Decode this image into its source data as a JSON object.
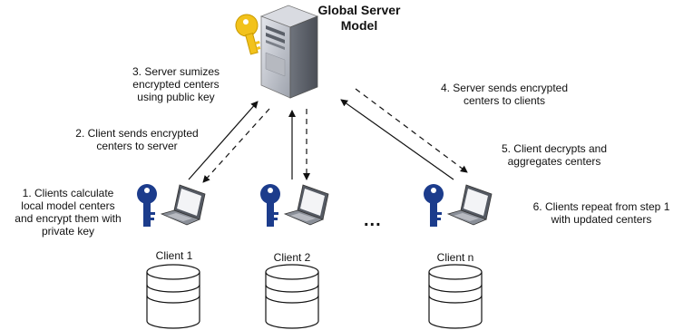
{
  "title": {
    "line1": "Global Server",
    "line2": "Model"
  },
  "steps": [
    {
      "line1": "1. Clients calculate",
      "line2": "local model centers",
      "line3": "and encrypt them with",
      "line4": "private key"
    },
    {
      "line1": "2. Client sends encrypted",
      "line2": "centers to server"
    },
    {
      "line1": "3. Server sumizes",
      "line2": "encrypted centers",
      "line3": "using public key"
    },
    {
      "line1": "4. Server sends encrypted",
      "line2": "centers to clients"
    },
    {
      "line1": "5. Client decrypts and",
      "line2": "aggregates centers"
    },
    {
      "line1": "6. Clients repeat from step 1",
      "line2": "with updated centers"
    }
  ],
  "clients": [
    "Client 1",
    "Client 2",
    "Client n"
  ],
  "ellipsis": "...",
  "icons": {
    "server": "server-tower-icon",
    "server_key": "key-icon",
    "client_key": "key-icon",
    "laptop": "laptop-icon",
    "database": "database-cylinder-icon"
  },
  "colors": {
    "server_key": "#f2c21b",
    "client_key": "#1c3c8c",
    "server_body": "#c8cbd3",
    "line": "#111111"
  }
}
